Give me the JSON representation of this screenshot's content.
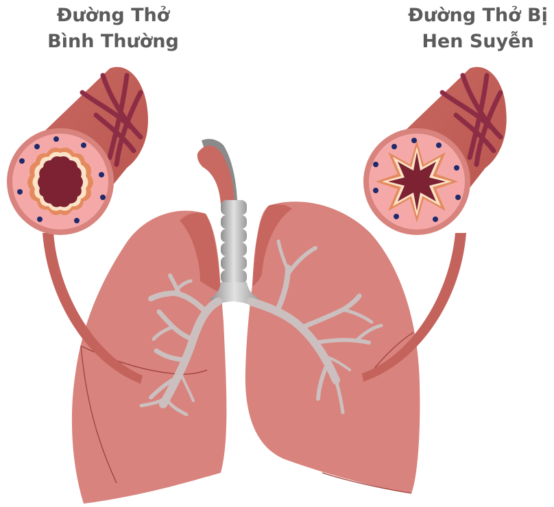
{
  "labels": {
    "normal": {
      "line1": "Đường Thở",
      "line2": "Bình Thường"
    },
    "asthma": {
      "line1": "Đường Thở Bị",
      "line2": "Hen Suyễn"
    }
  },
  "colors": {
    "lung": "#d8837d",
    "lung_dark": "#c4635c",
    "lung_shadow": "#b8564f",
    "bronchi": "#c9c2c2",
    "trachea": "#b3b3b3",
    "muscle_band": "#8c2d45",
    "airway_wall": "#f4a9a8",
    "airway_lumen": "#7d2232",
    "airway_layer": "#e48a5e",
    "airway_layer_light": "#fbe3c8",
    "gland_dot": "#1e2a6b",
    "label_text": "#5b5b5b"
  }
}
